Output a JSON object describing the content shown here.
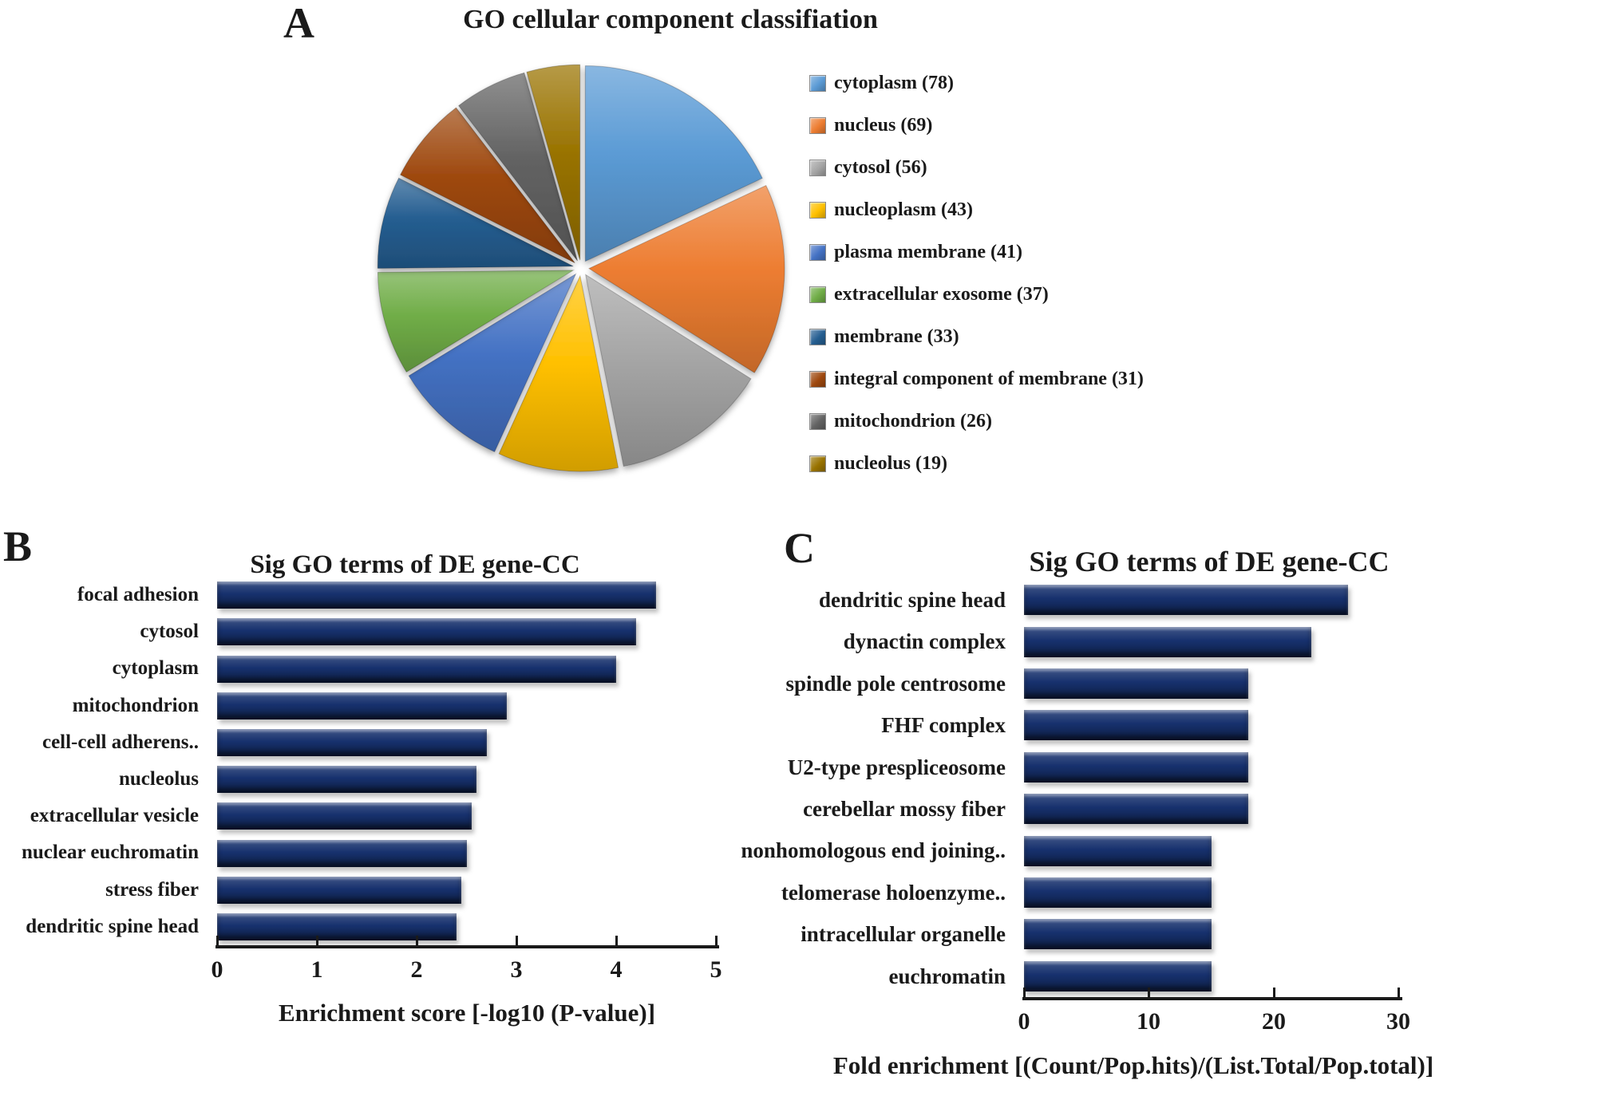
{
  "panels": {
    "a": {
      "label": "A"
    },
    "b": {
      "label": "B"
    },
    "c": {
      "label": "C"
    }
  },
  "chart_data": [
    {
      "type": "pie",
      "title": "GO cellular component classifiation",
      "labels": [
        "cytoplasm",
        "nucleus",
        "cytosol",
        "nucleoplasm",
        "plasma membrane",
        "extracellular exosome",
        "membrane",
        "integral component of membrane",
        "mitochondrion",
        "nucleolus"
      ],
      "values": [
        78,
        69,
        56,
        43,
        41,
        37,
        33,
        31,
        26,
        19
      ],
      "legend_labels": [
        "cytoplasm (78)",
        "nucleus (69)",
        "cytosol (56)",
        "nucleoplasm (43)",
        "plasma membrane (41)",
        "extracellular exosome (37)",
        "membrane (33)",
        "integral component of membrane (31)",
        "mitochondrion (26)",
        "nucleolus (19)"
      ],
      "colors": [
        "#5B9BD5",
        "#ED7D31",
        "#A5A5A5",
        "#FFC000",
        "#4472C4",
        "#70AD47",
        "#255E91",
        "#9E480E",
        "#636363",
        "#997300"
      ],
      "legend_position": "right",
      "start_angle_deg": 0,
      "exploded": true
    },
    {
      "type": "bar",
      "orientation": "horizontal",
      "title": "Sig GO terms of DE gene-CC",
      "categories": [
        "focal adhesion",
        "cytosol",
        "cytoplasm",
        "mitochondrion",
        "cell-cell adherens..",
        "nucleolus",
        "extracellular vesicle",
        "nuclear euchromatin",
        "stress fiber",
        "dendritic spine head"
      ],
      "values": [
        4.4,
        4.2,
        4.0,
        2.9,
        2.7,
        2.6,
        2.55,
        2.5,
        2.45,
        2.4
      ],
      "xlabel": "Enrichment score [-log10 (P-value)]",
      "xlim": [
        0,
        5
      ],
      "xticks": [
        "0",
        "1",
        "2",
        "3",
        "4",
        "5"
      ],
      "bar_color": "#17316E",
      "grid": false,
      "legend_position": "none"
    },
    {
      "type": "bar",
      "orientation": "horizontal",
      "title": "Sig GO terms of DE gene-CC",
      "categories": [
        "dendritic spine head",
        "dynactin complex",
        "spindle pole centrosome",
        "FHF complex",
        "U2-type prespliceosome",
        "cerebellar mossy fiber",
        "nonhomologous end joining..",
        "telomerase holoenzyme..",
        "intracellular organelle",
        "euchromatin"
      ],
      "values": [
        26,
        23,
        18,
        18,
        18,
        18,
        15,
        15,
        15,
        15
      ],
      "xlabel": "Fold enrichment [(Count/Pop.hits)/(List.Total/Pop.total)]",
      "xlim": [
        0,
        30
      ],
      "xticks": [
        "0",
        "10",
        "20",
        "30"
      ],
      "bar_color": "#17316E",
      "grid": false,
      "legend_position": "none"
    }
  ]
}
